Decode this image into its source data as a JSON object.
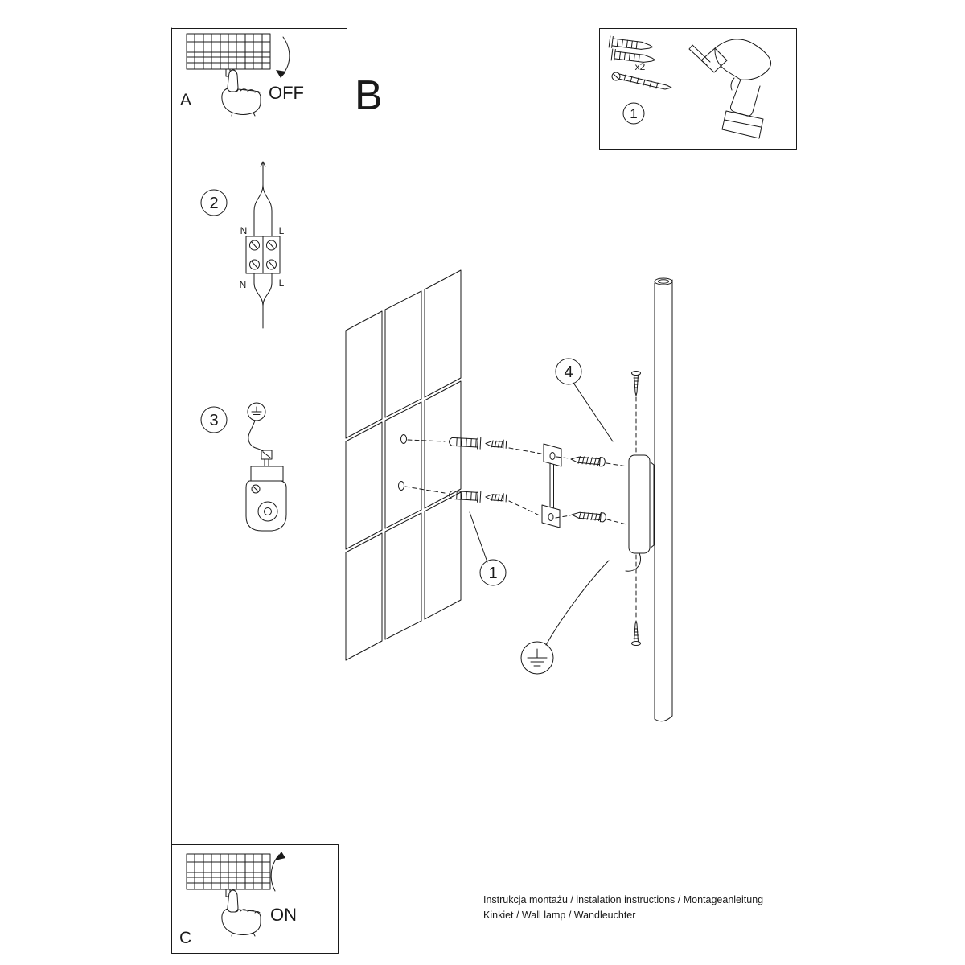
{
  "colors": {
    "ink": "#1a1a1a",
    "paper": "#ffffff"
  },
  "sections": {
    "panel_a": {
      "label": "A",
      "action": "OFF"
    },
    "panel_b": {
      "label": "B"
    },
    "panel_c": {
      "label": "C",
      "action": "ON"
    },
    "toolbox": {
      "step": "1",
      "plug_count": "x2"
    },
    "wiring": {
      "step": "2",
      "n_top": "N",
      "l_top": "L",
      "n_bottom": "N",
      "l_bottom": "L"
    },
    "grounding": {
      "step": "3"
    },
    "assembly": {
      "anchor_callout": "1",
      "bracket_callout": "4"
    }
  },
  "footer": {
    "line1": "Instrukcja montażu / instalation instructions / Montageanleitung",
    "line2": "Kinkiet / Wall lamp / Wandleuchter"
  }
}
